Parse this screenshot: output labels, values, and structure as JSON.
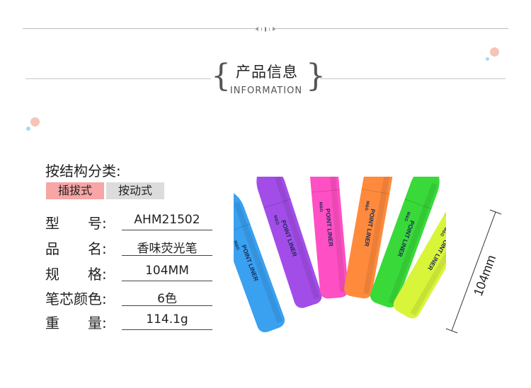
{
  "header": {
    "title_cn": "产品信息",
    "title_en": "INFORMATION"
  },
  "colors": {
    "accent_pink": "#f7a5a5",
    "inactive_gray": "#dcdcdc",
    "pens": [
      "#3aa0f0",
      "#a24de8",
      "#ff4fc4",
      "#ff8a3c",
      "#39d93a",
      "#d9f53a"
    ]
  },
  "structure": {
    "label": "按结构分类:",
    "options": [
      "插拔式",
      "按动式"
    ],
    "selected": "插拔式"
  },
  "specs": [
    {
      "label": "型　　号:",
      "value": "AHM21502"
    },
    {
      "label": "品　　名:",
      "value": "香味荧光笔"
    },
    {
      "label": "规　　格:",
      "value": "104MM"
    },
    {
      "label": "笔芯颜色:",
      "value": "6色"
    },
    {
      "label": "重　　量:",
      "value": "114.1g"
    }
  ],
  "product": {
    "pen_brand": "M&G",
    "pen_name": "POINT LINER",
    "dimension_label": "104mm"
  }
}
